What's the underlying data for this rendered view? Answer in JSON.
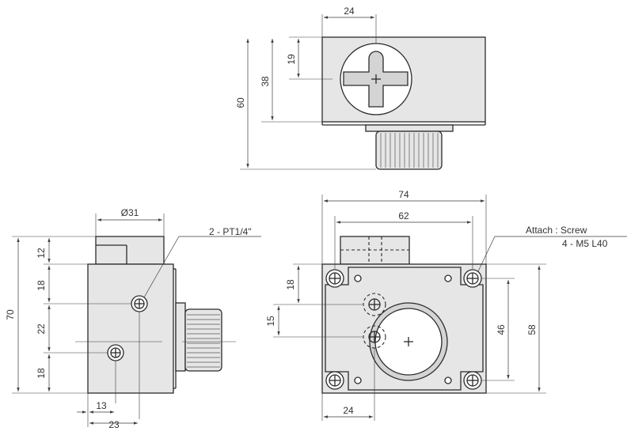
{
  "top_view": {
    "dim_width": "24",
    "dim_19": "19",
    "dim_38": "38",
    "dim_60": "60"
  },
  "side_view": {
    "dim_diameter": "Ø31",
    "dim_12": "12",
    "dim_18a": "18",
    "dim_22": "22",
    "dim_18b": "18",
    "dim_70": "70",
    "dim_13": "13",
    "dim_23": "23",
    "port_note": "2 - PT1/4\""
  },
  "front_view": {
    "dim_74": "74",
    "dim_62": "62",
    "dim_18": "18",
    "dim_15": "15",
    "dim_46": "46",
    "dim_58": "58",
    "dim_24": "24",
    "attach_line1": "Attach : Screw",
    "attach_line2": "4 - M5 L40"
  },
  "colors": {
    "body": "#e6e6e6",
    "line": "#2b2b2b",
    "background": "#ffffff"
  }
}
